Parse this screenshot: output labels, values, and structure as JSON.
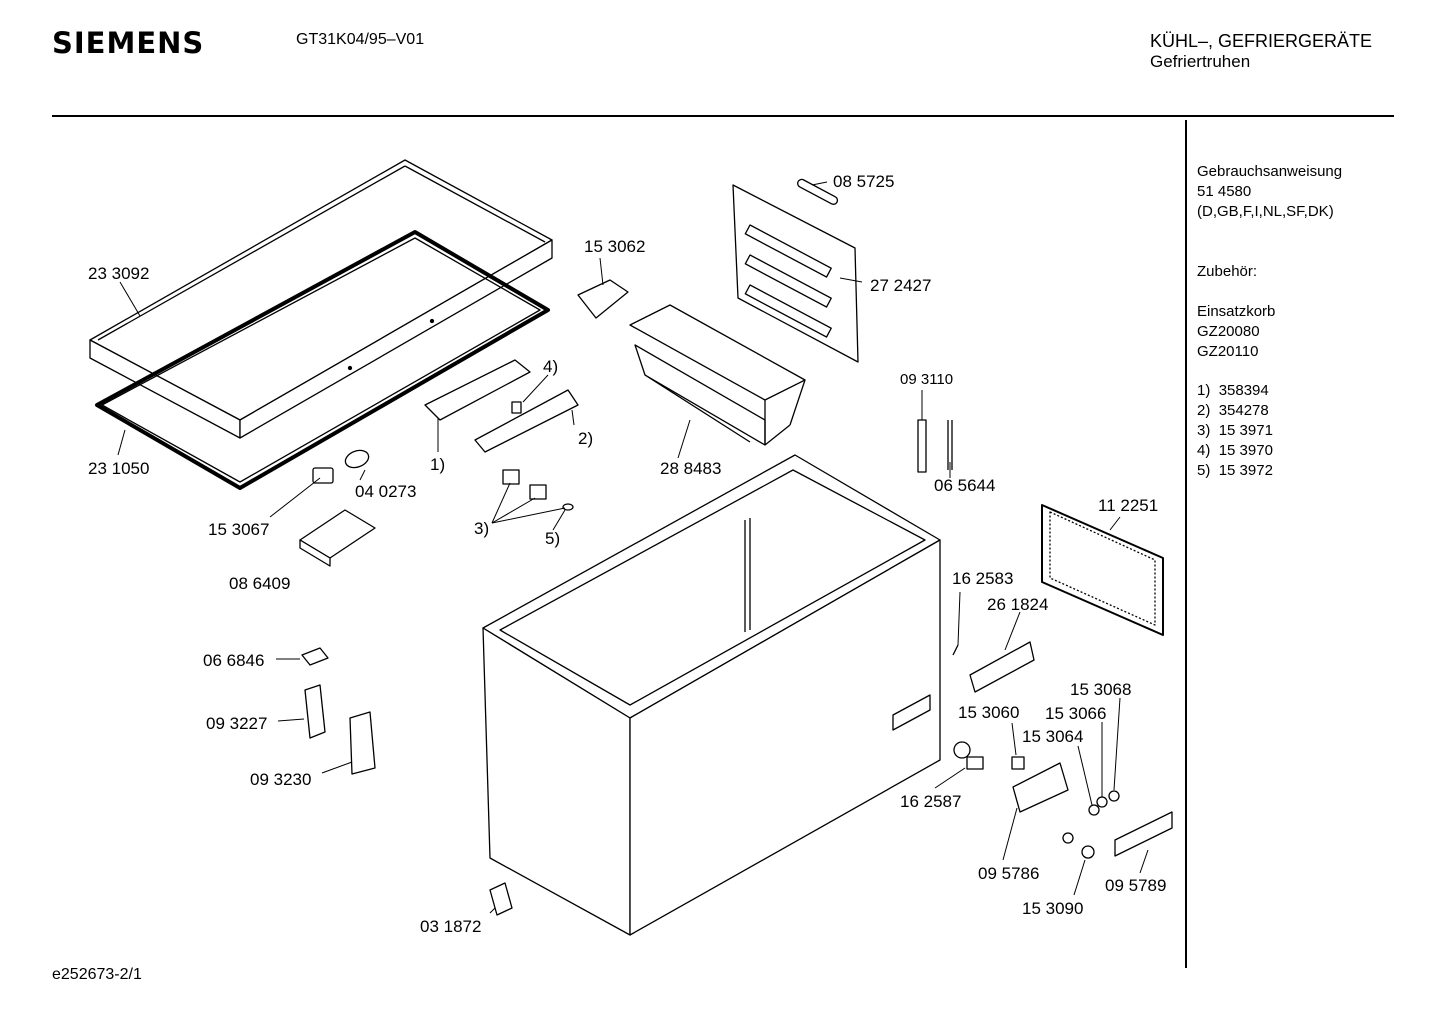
{
  "header": {
    "brand": "SIEMENS",
    "model": "GT31K04/95–V01",
    "category": "KÜHL–, GEFRIERGERÄTE",
    "subcategory": "Gefriertruhen"
  },
  "sidebar": {
    "manual_label": "Gebrauchsanweisung",
    "manual_number": "51 4580",
    "manual_languages": "(D,GB,F,I,NL,SF,DK)",
    "accessories_label": "Zubehör:",
    "basket_label": "Einsatzkorb",
    "basket_models": [
      "GZ20080",
      "GZ20110"
    ],
    "notes": [
      {
        "key": "1)",
        "value": "358394"
      },
      {
        "key": "2)",
        "value": "354278"
      },
      {
        "key": "3)",
        "value": "15 3971"
      },
      {
        "key": "4)",
        "value": "15 3970"
      },
      {
        "key": "5)",
        "value": "15 3972"
      }
    ]
  },
  "parts": {
    "lid": "23 3092",
    "lid_gasket": "23 1050",
    "lamp": "04 0273",
    "lamp_socket": "15 3067",
    "lamp_cover": "08 6409",
    "handle_left": "15 3062",
    "basket": "28 8483",
    "evaporator_cover": "27 2427",
    "lamp_tube": "08 5725",
    "sensor_a": "09 3110",
    "sensor_b": "06 5644",
    "grille": "11 2251",
    "screw": "16 2583",
    "handle_right": "26 1824",
    "clip": "06 6846",
    "hinge_plate": "09 3227",
    "hinge": "09 3230",
    "foot": "03 1872",
    "switch_a": "15 3060",
    "switch_b": "15 3068",
    "switch_c": "15 3066",
    "switch_d": "15 3064",
    "thermostat": "16 2587",
    "control_box": "09 5786",
    "knob": "15 3090",
    "panel": "09 5789",
    "note1": "1)",
    "note2": "2)",
    "note3": "3)",
    "note4": "4)",
    "note5": "5)"
  },
  "footer": {
    "drawing_id": "e252673-2/1"
  }
}
